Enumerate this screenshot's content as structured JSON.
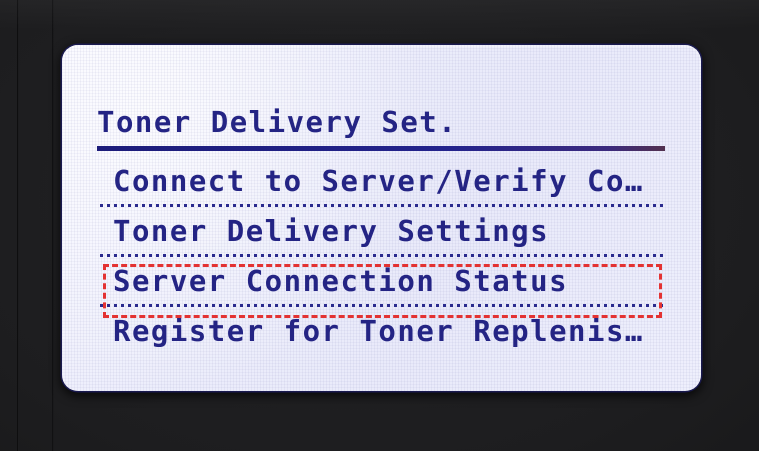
{
  "device": {
    "bezel_color": "#1d1d1f",
    "screen_background": "#ecedfb",
    "text_color": "#242484",
    "accent_color": "#e33232"
  },
  "screen": {
    "title": "Toner Delivery Set.",
    "menu_items": [
      {
        "label": "Connect to Server/Verify Co…",
        "truncated": true,
        "selected": false
      },
      {
        "label": "Toner Delivery Settings",
        "truncated": false,
        "selected": false
      },
      {
        "label": "Server Connection Status",
        "truncated": false,
        "selected": false
      },
      {
        "label": "Register for Toner Replenis…",
        "truncated": true,
        "selected": true
      }
    ]
  },
  "annotation": {
    "type": "highlight-box",
    "target_index": 3,
    "color": "#e33232",
    "style": "dashed"
  }
}
